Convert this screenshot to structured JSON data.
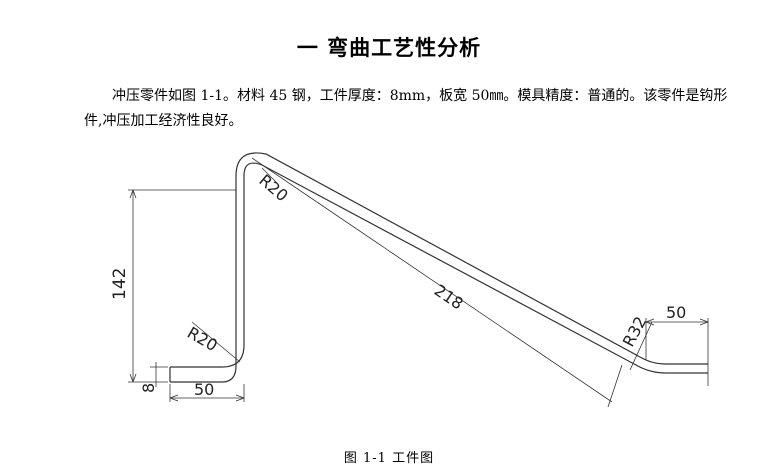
{
  "section": {
    "title": "一  弯曲工艺性分析",
    "paragraph": "冲压零件如图 1-1。材料 45 钢，工件厚度：8mm，板宽 50㎜。模具精度：普通的。该零件是钩形件,冲压加工经济性良好。"
  },
  "drawing": {
    "dimensions": {
      "height_total": "142",
      "radius_top": "R20",
      "radius_bottom": "R20",
      "slant_length": "218",
      "radius_right": "R32",
      "right_leg": "50",
      "left_leg": "50",
      "thickness": "8"
    }
  },
  "figure": {
    "caption": "图 1-1 工件图"
  }
}
